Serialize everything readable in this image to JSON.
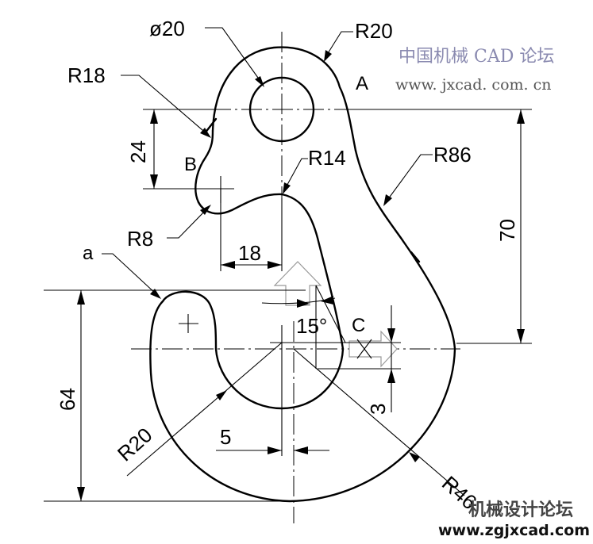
{
  "dimensions": {
    "d20": "ø20",
    "r20_top": "R20",
    "r18": "R18",
    "d24": "24",
    "r14": "R14",
    "r86": "R86",
    "d70": "70",
    "r8": "R8",
    "d18": "18",
    "angle15": "15°",
    "d3": "3",
    "d64": "64",
    "r20_bottom": "R20",
    "d5": "5",
    "r46": "R46"
  },
  "points": {
    "A": "A",
    "B": "B",
    "C": "C",
    "a": "a"
  },
  "watermarks": {
    "top_cn": "中国机械 CAD 论坛",
    "top_url": "www. jxcad. com. cn",
    "bottom_cn": "机械设计论坛",
    "bottom_url": "www.zgjxcad.com"
  }
}
